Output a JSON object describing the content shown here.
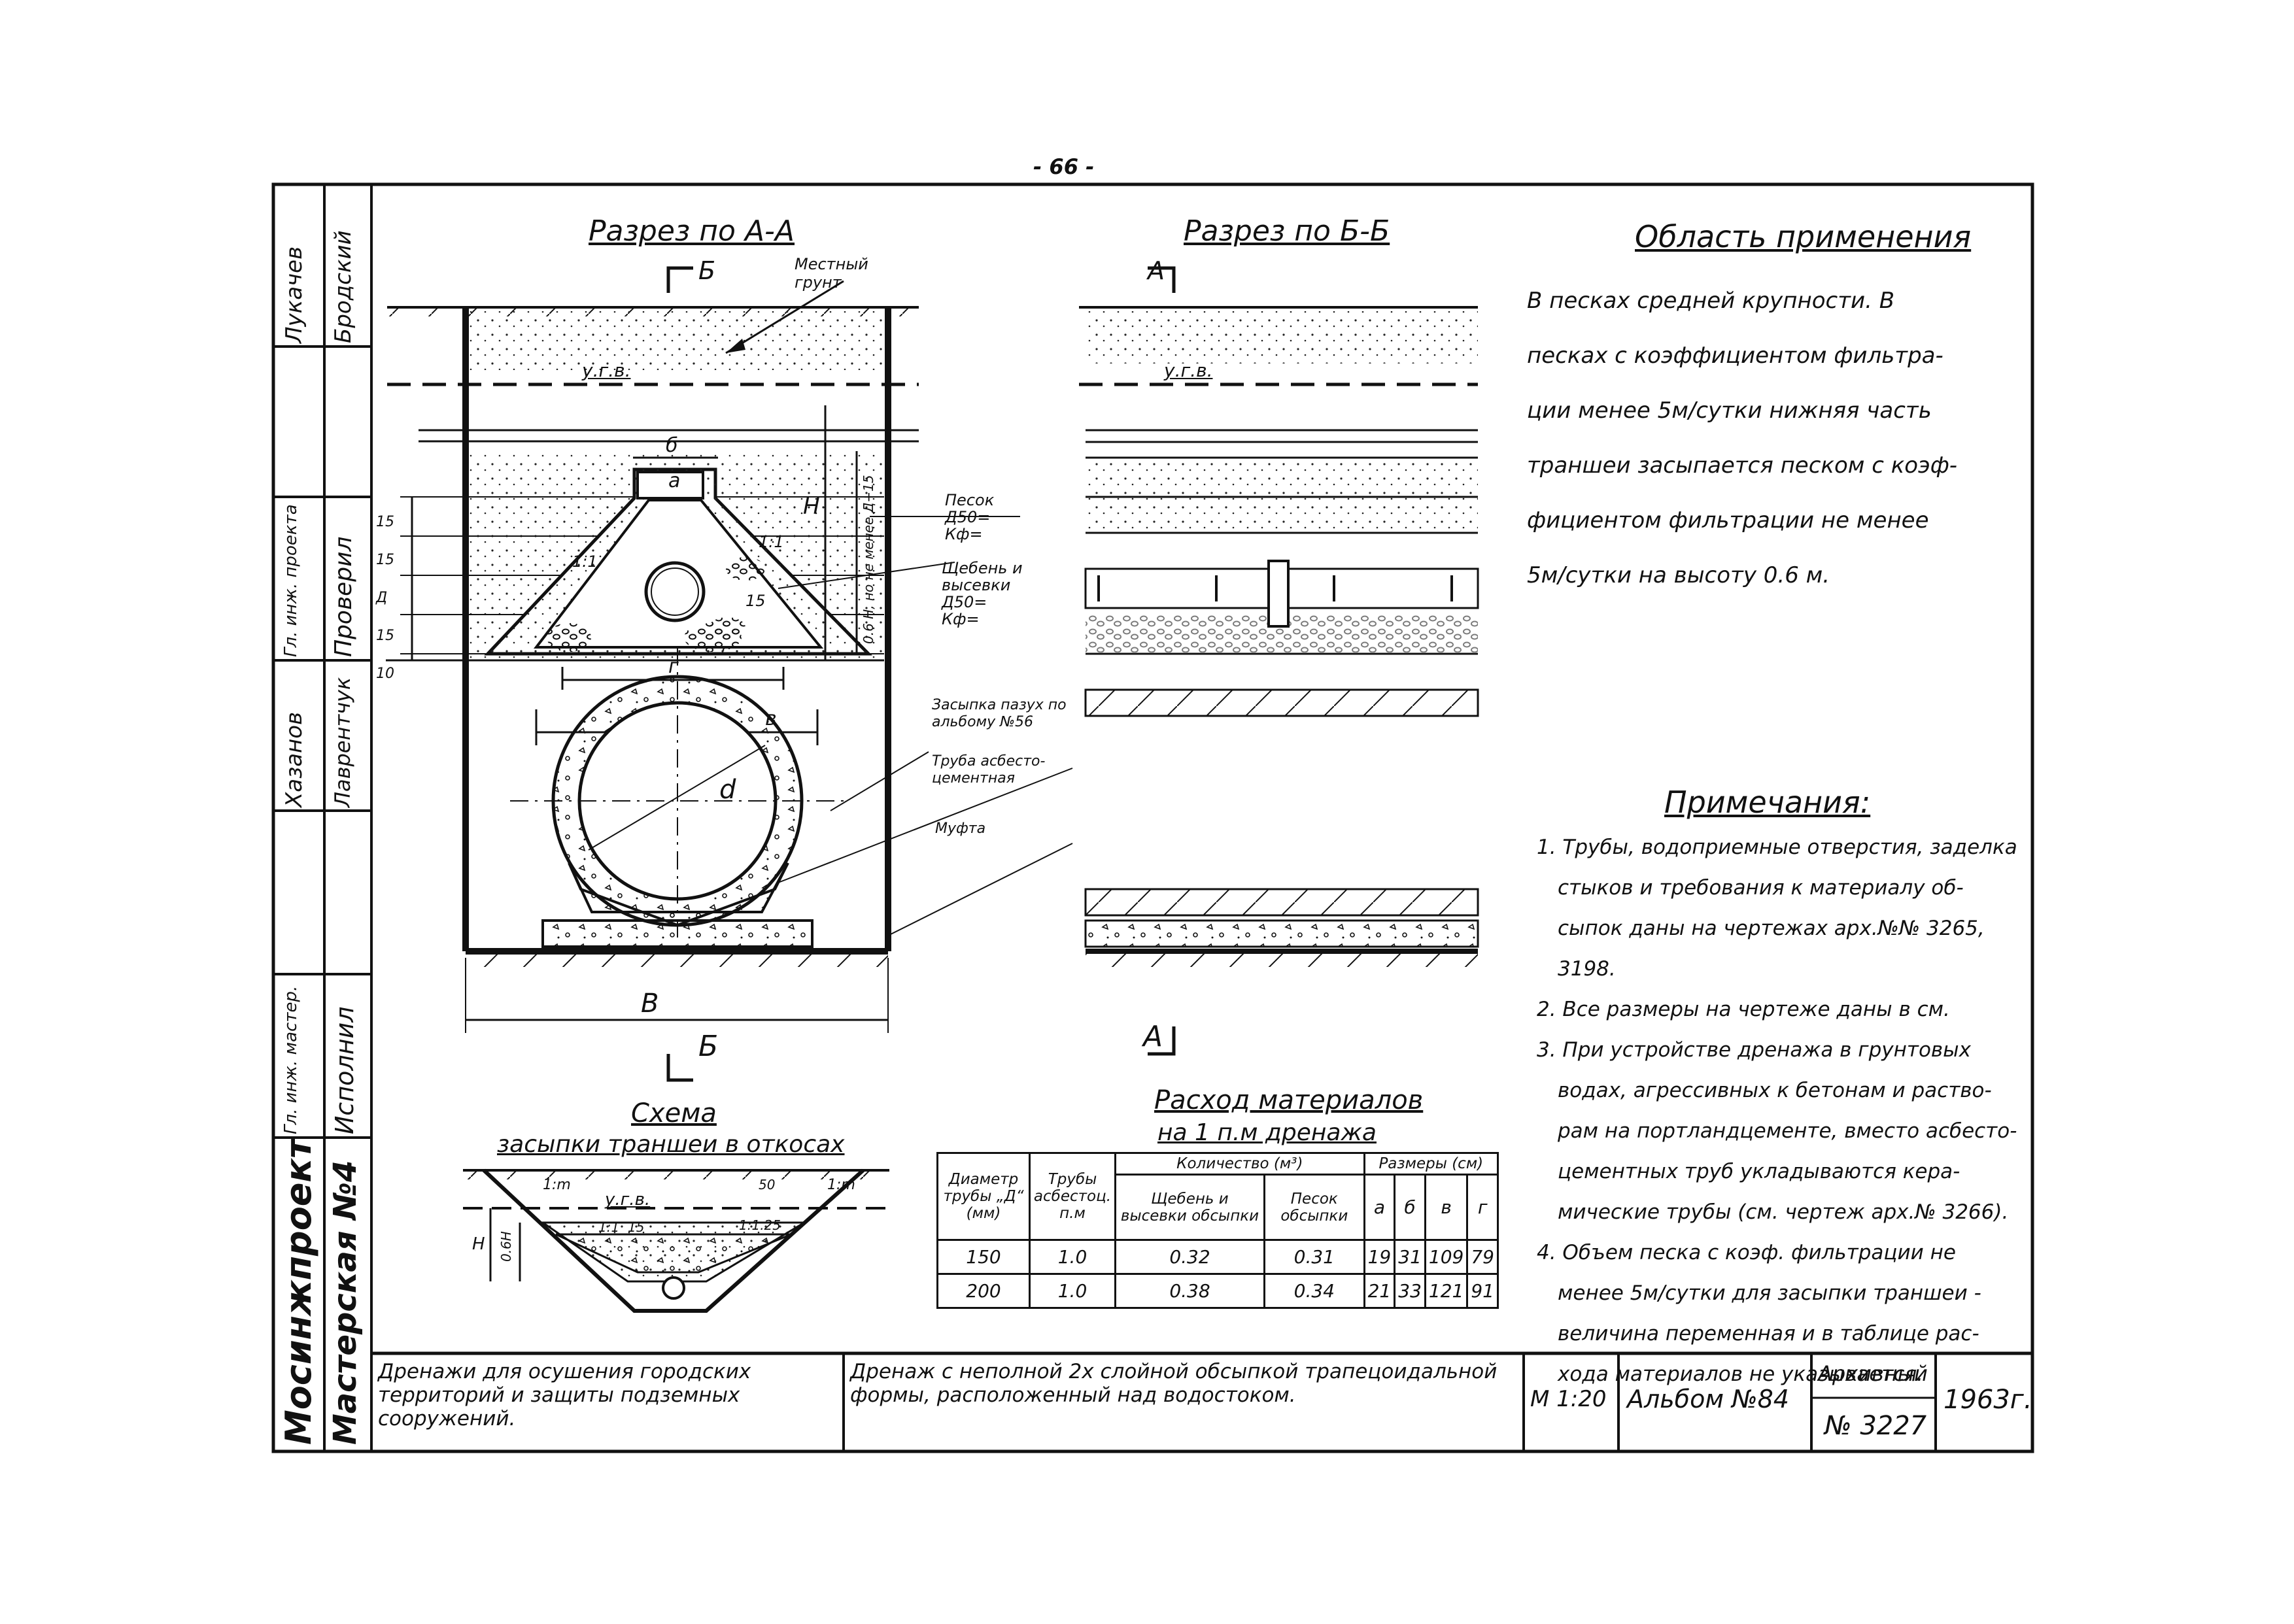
{
  "page_number": "- 66 -",
  "section_aa": {
    "title": "Разрез по А-А",
    "cut_mark_top": "Б",
    "cut_mark_bottom": "Б",
    "local_soil": "Местный грунт",
    "ugv": "у.г.в.",
    "sand": "Песок",
    "sand_d50": "Д50=",
    "sand_kf": "Кф=",
    "gravel": "Щебень и высевки",
    "gravel_d50": "Д50=",
    "gravel_kf": "Кф=",
    "backfill": "Засыпка пазух по альбому №56",
    "pipe": "Труба асбесто-цементная",
    "coupling": "Муфта",
    "dim_b_small": "б",
    "dim_a": "а",
    "dim_g": "г",
    "dim_v": "в",
    "dim_d": "d",
    "dim_B": "В",
    "dim_H": "Н",
    "dim_06H": "0.6 Н, но не менее Д+15",
    "slope_left": "1:1",
    "slope_right": "1:1",
    "dim_15": "15",
    "side_dims": [
      "15",
      "15",
      "Д",
      "15",
      "10"
    ]
  },
  "section_bb": {
    "title": "Разрез по Б-Б",
    "cut_mark_top": "А",
    "cut_mark_bottom": "А",
    "ugv": "у.г.в."
  },
  "scope": {
    "title": "Область применения",
    "lines": [
      "В песках средней крупности. В",
      "песках с коэффициентом фильтра-",
      "ции менее 5м/сутки нижняя часть",
      "траншеи засыпается песком с коэф-",
      "фициентом фильтрации не менее",
      "5м/сутки на высоту 0.6 м."
    ]
  },
  "notes": {
    "title": "Примечания:",
    "lines": [
      "1. Трубы, водоприемные отверстия, заделка",
      "стыков и требования к материалу об-",
      "сыпок даны на чертежах арх.№№ 3265, 3198.",
      "2. Все размеры на чертеже даны в см.",
      "3. При устройстве дренажа в грунтовых",
      "водах, агрессивных к бетонам и раство-",
      "рам на портландцементе, вместо асбесто-",
      "цементных труб укладываются кера-",
      "мические трубы (см. чертеж арх.№ 3266).",
      "4. Объем песка с коэф. фильтрации не",
      "менее 5м/сутки для засыпки траншеи -",
      "величина переменная и в таблице рас-",
      "хода материалов не указывается."
    ]
  },
  "slope_scheme": {
    "title_1": "Схема",
    "title_2": "засыпки траншеи в откосах",
    "ugv": "у.г.в.",
    "H": "Н",
    "h06": "0.6Н",
    "m_left": "1:m",
    "m_right": "1:m",
    "slope_1": "1:1",
    "slope_125": "1:1.25",
    "dim_15": "15",
    "dim_50": "50"
  },
  "materials": {
    "title_1": "Расход материалов",
    "title_2": "на 1 п.м дренажа",
    "headers": {
      "diameter": "Диаметр трубы „Д“ (мм)",
      "pipes": "Трубы асбестоц. п.м",
      "quantity": "Количество (м³)",
      "gravel": "Щебень и высевки обсыпки",
      "sand": "Песок обсыпки",
      "sizes": "Размеры (см)",
      "a": "а",
      "b": "б",
      "v": "в",
      "g": "г"
    },
    "rows": [
      {
        "d": "150",
        "pipes": "1.0",
        "gravel": "0.32",
        "sand": "0.31",
        "a": "19",
        "b": "31",
        "v": "109",
        "g": "79"
      },
      {
        "d": "200",
        "pipes": "1.0",
        "gravel": "0.38",
        "sand": "0.34",
        "a": "21",
        "b": "33",
        "v": "121",
        "g": "91"
      }
    ]
  },
  "left_strip": {
    "org": "Мосинжпроект",
    "workshop": "Мастерская №4",
    "roles": [
      "Гл. инж. мастер.",
      "Исполнил",
      "Гл. инж. проекта",
      "Проверил"
    ],
    "names": [
      "Лукачев",
      "Бродский",
      "Хазанов",
      "Лаврентчук"
    ]
  },
  "title_block": {
    "series": "Дренажи для осушения городских территорий и защиты подземных сооружений.",
    "drawing": "Дренаж с неполной 2х слойной обсыпкой трапецоидальной формы, расположенный над водостоком.",
    "scale": "М 1:20",
    "album": "Альбом №84",
    "archive_label": "Архивный",
    "archive_no": "№ 3227",
    "year": "1963г."
  }
}
